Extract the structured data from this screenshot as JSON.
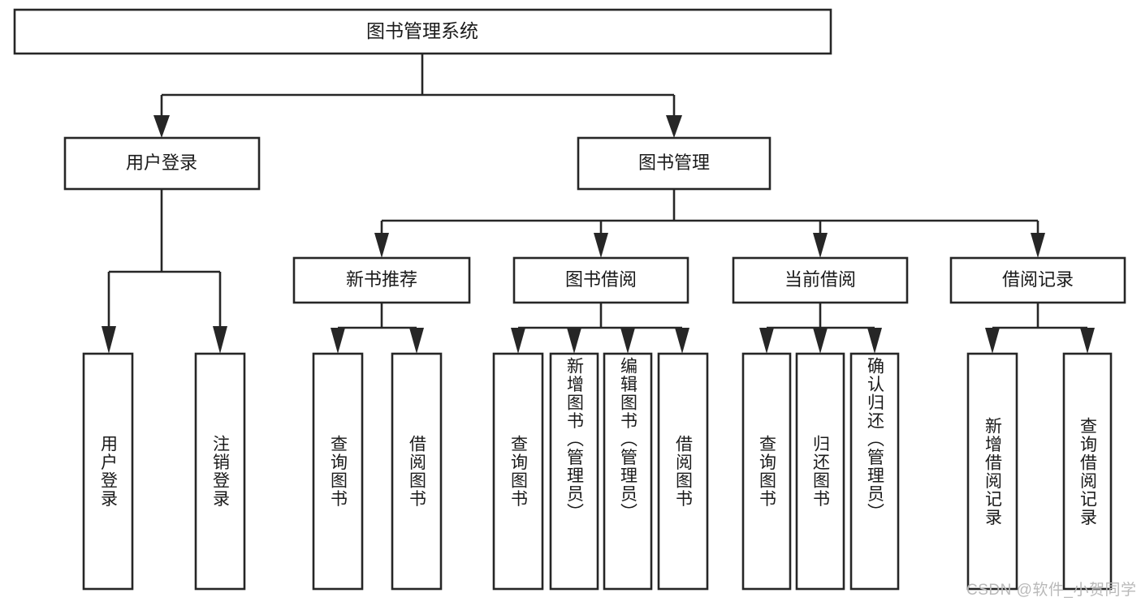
{
  "diagram": {
    "type": "tree-hierarchy",
    "title": "图书管理系统",
    "orientation": "top-down",
    "colors": {
      "stroke": "#262626",
      "fill": "#ffffff",
      "text": "#1a1a1a",
      "watermark": "#b9b9b9",
      "background": "#ffffff"
    },
    "levels": {
      "root": {
        "label": "图书管理系统"
      },
      "level2": [
        {
          "label": "用户登录"
        },
        {
          "label": "图书管理"
        }
      ],
      "level3": [
        {
          "label": "新书推荐"
        },
        {
          "label": "图书借阅"
        },
        {
          "label": "当前借阅"
        },
        {
          "label": "借阅记录"
        }
      ],
      "leaves": [
        {
          "label": "用户登录",
          "parent": "用户登录"
        },
        {
          "label": "注销登录",
          "parent": "用户登录"
        },
        {
          "label": "查询图书",
          "parent": "新书推荐"
        },
        {
          "label": "借阅图书",
          "parent": "新书推荐"
        },
        {
          "label": "查询图书",
          "parent": "图书借阅"
        },
        {
          "label": "新增图书（管理员）",
          "parent": "图书借阅"
        },
        {
          "label": "编辑图书（管理员）",
          "parent": "图书借阅"
        },
        {
          "label": "借阅图书",
          "parent": "图书借阅"
        },
        {
          "label": "查询图书",
          "parent": "当前借阅"
        },
        {
          "label": "归还图书",
          "parent": "当前借阅"
        },
        {
          "label": "确认归还（管理员）",
          "parent": "当前借阅"
        },
        {
          "label": "新增借阅记录",
          "parent": "借阅记录"
        },
        {
          "label": "查询借阅记录",
          "parent": "借阅记录"
        }
      ]
    },
    "watermark": "CSDN @软件_小贺同学"
  }
}
